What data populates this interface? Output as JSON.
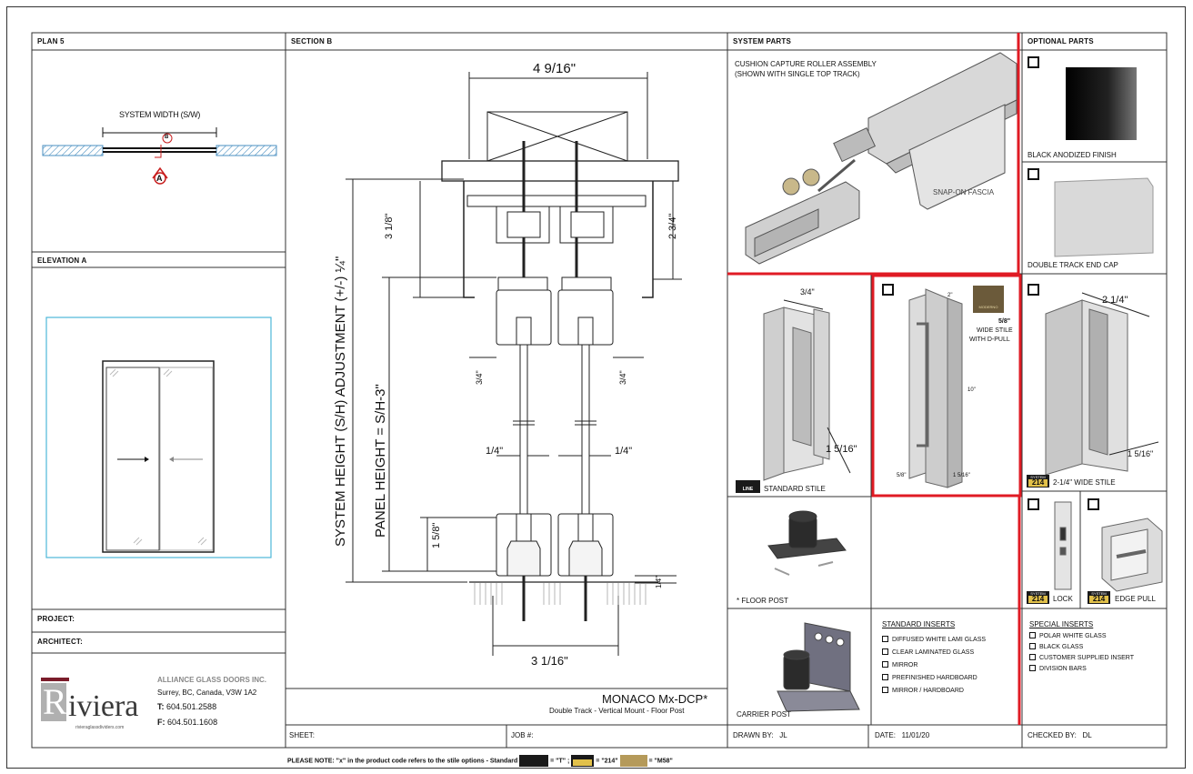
{
  "headers": {
    "plan": "PLAN 5",
    "section": "SECTION B",
    "system_parts": "SYSTEM PARTS",
    "optional_parts": "OPTIONAL PARTS",
    "elevation": "ELEVATION A",
    "project": "PROJECT:",
    "architect": "ARCHITECT:"
  },
  "plan": {
    "system_width": "SYSTEM WIDTH (S/W)",
    "marker_b": "B",
    "marker_a": "A"
  },
  "section": {
    "top_width": "4 9/16\"",
    "bottom_width": "3 1/16\"",
    "dim_3_1_8": "3 1/8\"",
    "dim_2_3_4": "2 3/4\"",
    "dim_3_4_left": "3/4\"",
    "dim_3_4_right": "3/4\"",
    "dim_1_4_left": "1/4\"",
    "dim_1_4_right": "1/4\"",
    "dim_1_5_8": "1 5/8\"",
    "dim_1_4_floor": "1/4\"",
    "system_height": "SYSTEM HEIGHT (S/H) ADJUSTMENT (+/-) ¼\"",
    "panel_height": "PANEL HEIGHT = S/H-3\""
  },
  "system_parts": {
    "roller_title": "CUSHION CAPTURE ROLLER ASSEMBLY",
    "roller_sub": "(SHOWN WITH SINGLE TOP TRACK)",
    "fascia": "SNAP-ON FASCIA",
    "stile_top_dim": "3/4\"",
    "stile_side_dim": "1 5/16\"",
    "standard_stile": "STANDARD STILE",
    "tline_badge": "LINE",
    "floor_post": "* FLOOR POST",
    "carrier_post": "CARRIER POST"
  },
  "moderno": {
    "logo_text": "MODERNO",
    "title_line1": "5/8\"",
    "title_line2": "WIDE STILE",
    "title_line3": "WITH D-PULL",
    "dim_2": "2\"",
    "dim_10": "10\"",
    "dim_5_8": "5/8\"",
    "dim_1_5_16": "1 5/16\""
  },
  "optional_parts": {
    "black_finish": "BLACK ANODIZED FINISH",
    "end_cap": "DOUBLE TRACK END CAP",
    "wide_stile_dim_top": "2 1/4\"",
    "wide_stile_dim_side": "1 5/16\"",
    "wide_stile": "2-1/4\" WIDE STILE",
    "lock": "LOCK",
    "edge_pull": "EDGE PULL",
    "system_word": "SYSTEM",
    "system_num": "214"
  },
  "standard_inserts": {
    "title": "STANDARD INSERTS",
    "items": [
      "DIFFUSED WHITE LAMI GLASS",
      "CLEAR LAMINATED GLASS",
      "MIRROR",
      "PREFINISHED HARDBOARD",
      "MIRROR / HARDBOARD"
    ]
  },
  "special_inserts": {
    "title": "SPECIAL INSERTS",
    "items": [
      "POLAR WHITE GLASS",
      "BLACK GLASS",
      "CUSTOMER SUPPLIED INSERT",
      "DIVISION BARS"
    ]
  },
  "company": {
    "logo_initial": "R",
    "logo_rest": "iviera",
    "website": "rivieraglassdividers.com",
    "name": "ALLIANCE GLASS DOORS INC.",
    "address": "Surrey, BC, Canada, V3W 1A2",
    "phone_label": "T:",
    "phone": "604.501.2588",
    "fax_label": "F:",
    "fax": "604.501.1608"
  },
  "product": {
    "name": "MONACO Mx-DCP*",
    "description": "Double Track - Vertical Mount - Floor Post"
  },
  "title_block": {
    "sheet": "SHEET:",
    "job": "JOB #:",
    "drawn_by_label": "DRAWN BY:",
    "drawn_by": "JL",
    "date_label": "DATE:",
    "date": "11/01/20",
    "checked_by_label": "CHECKED BY:",
    "checked_by": "DL"
  },
  "note": {
    "prefix": "PLEASE NOTE: \"x\" in the product code refers to the stile options - Standard",
    "code_t": "= \"T\" ;",
    "code_214": "= \"214\"",
    "code_m58": "= \"M58\""
  },
  "colors": {
    "red_outline": "#e01b24",
    "elevation_blue": "#4db8d9",
    "hatch": "#4a8fc0",
    "badge_gold": "#e2c14a"
  }
}
